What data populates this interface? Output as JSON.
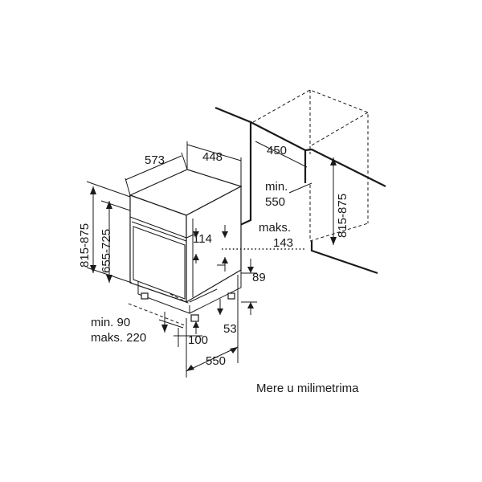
{
  "caption": "Mere u milimetrima",
  "dimensions": {
    "depth_573": "573",
    "width_448": "448",
    "niche_width_450": "450",
    "niche_min_label": "min.",
    "niche_min_value": "550",
    "niche_height": "815-875",
    "appliance_height": "815-875",
    "door_height": "655-725",
    "panel_114": "114",
    "maks_label": "maks.",
    "maks_value": "143",
    "plinth_89": "89",
    "plinth_53": "53",
    "plinth_min_label": "min. 90",
    "plinth_maks_label": "maks. 220",
    "leg_100": "100",
    "depth_550": "550"
  }
}
